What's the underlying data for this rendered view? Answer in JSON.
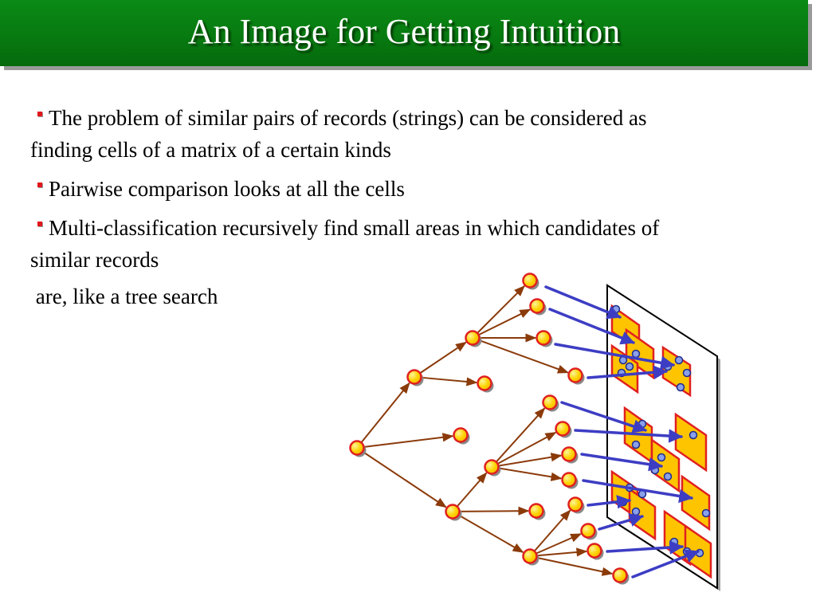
{
  "slide": {
    "title": "An Image for Getting Intuition",
    "bullets": [
      {
        "text": "The problem of similar pairs of records (strings) can be considered as finding cells of a matrix of a certain kinds",
        "has_bullet": true
      },
      {
        "text": "Pairwise comparison looks at all the cells",
        "has_bullet": true
      },
      {
        "text": "Multi-classification recursively find small areas in which candidates of similar records",
        "has_bullet": true
      },
      {
        "text": " are, like a tree search",
        "has_bullet": false
      }
    ]
  },
  "colors": {
    "title_bg": "#077a10",
    "title_text": "#ffffff",
    "bullet": "#e0171b",
    "tree_edge": "#8b3a0a",
    "node_fill": "#ffd200",
    "node_stroke": "#e02020",
    "pointer_arrow": "#3d3dc4",
    "cell_fill": "#ffc400",
    "cell_stroke": "#e02020",
    "point_fill": "#8aa0e8",
    "matrix_stroke": "#000000"
  },
  "icons": [
    "tree-node-icon",
    "matrix-point-icon"
  ]
}
